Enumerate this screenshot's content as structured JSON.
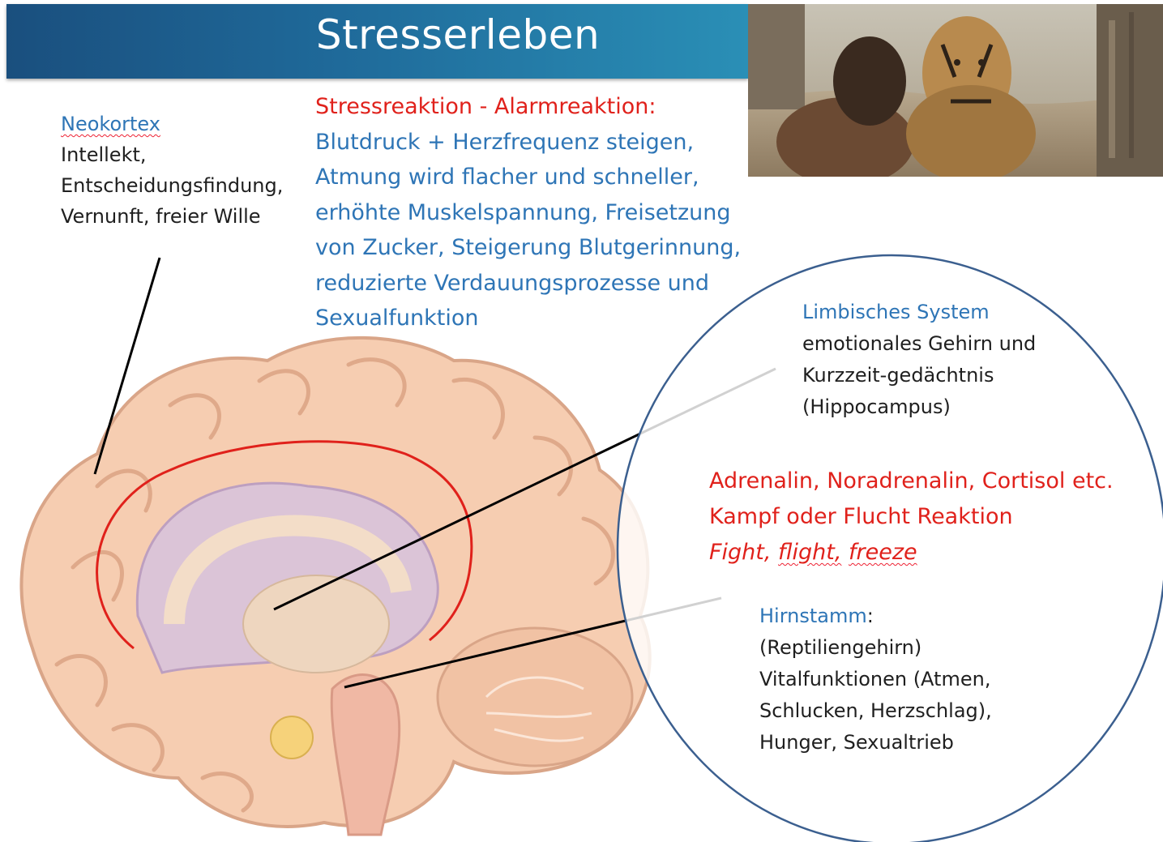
{
  "title": "Stresserleben",
  "neokortex": {
    "heading": "Neokortex",
    "lines": [
      "Intellekt,",
      "Entscheidungsfindung,",
      "Vernunft, freier Wille"
    ]
  },
  "stress": {
    "heading": "Stressreaktion - Alarmreaktion:",
    "lines": [
      "Blutdruck + Herzfrequenz steigen,",
      "Atmung wird flacher und schneller,",
      "erhöhte Muskelspannung,  Freisetzung",
      "von Zucker, Steigerung Blutgerinnung,",
      "reduzierte Verdauungsprozesse  und",
      "Sexualfunktion"
    ]
  },
  "limbisch": {
    "heading": "Limbisches System",
    "lines": [
      "emotionales Gehirn und",
      "Kurzzeit-gedächtnis",
      "(Hippocampus)"
    ]
  },
  "hormones": {
    "line1": "Adrenalin, Noradrenalin, Cortisol etc.",
    "line2": "Kampf oder Flucht Reaktion",
    "fight": "Fight,",
    "flight": "flight,",
    "freeze": "freeze"
  },
  "hirnstamm": {
    "heading": "Hirnstamm",
    "colon": ":",
    "lines": [
      "(Reptiliengehirn)",
      "Vitalfunktionen (Atmen,",
      "Schlucken, Herzschlag),",
      "Hunger, Sexualtrieb"
    ]
  },
  "colors": {
    "banner": "#1f6a9a",
    "blue_text": "#2e75b6",
    "red_text": "#e0211b",
    "ellipse": "#3b5f8f"
  }
}
